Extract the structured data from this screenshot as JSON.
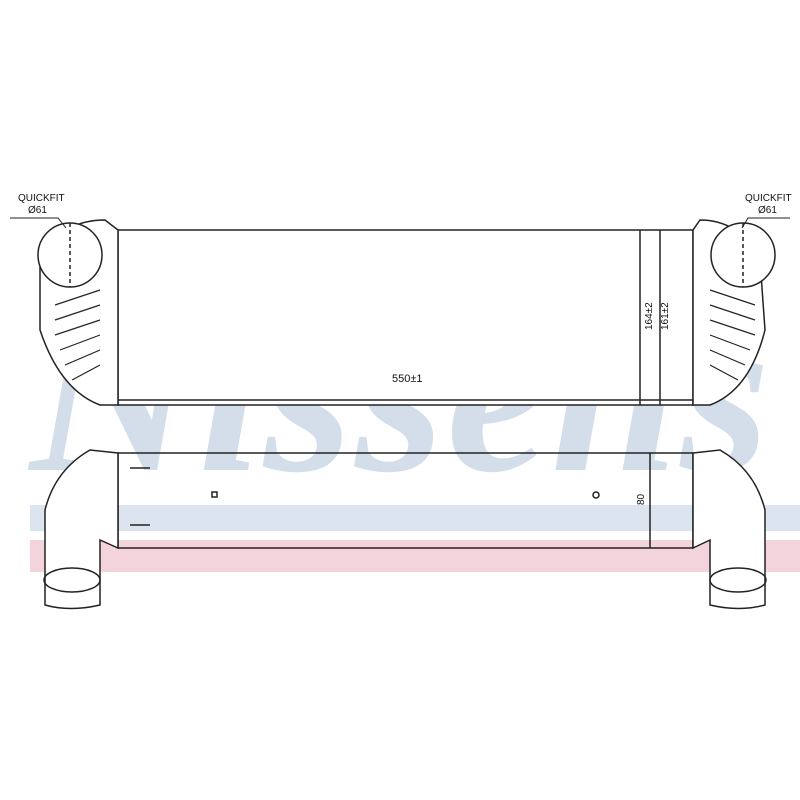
{
  "watermark": {
    "text": "Nissens",
    "color": "#c9d6e6",
    "band_blue": "#dbe4ef",
    "band_pink": "#f4d4dc"
  },
  "labels": {
    "left_connector": {
      "line1": "QUICKFIT",
      "line2": "Ø61"
    },
    "right_connector": {
      "line1": "QUICKFIT",
      "line2": "Ø61"
    },
    "width_dim": "550±1",
    "height_dim_1": "164±2",
    "height_dim_2": "161±2",
    "depth_dim": "80"
  }
}
